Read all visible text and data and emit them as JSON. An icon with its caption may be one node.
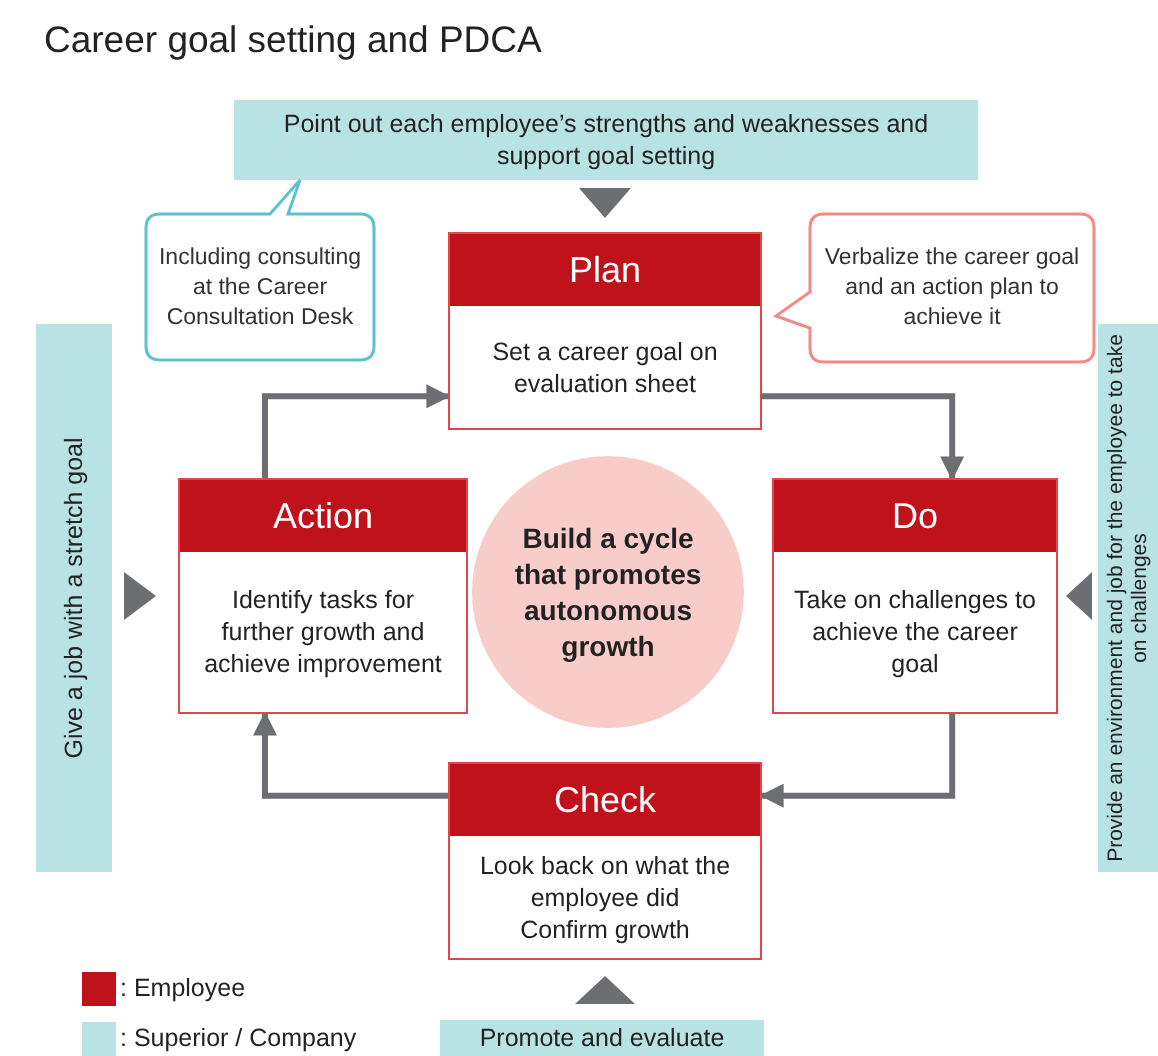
{
  "diagram": {
    "title": "Career goal setting and PDCA",
    "nodes": [
      {
        "text": [
          "Point out each employee’s strengths and weaknesses and support goal setting"
        ]
      },
      {
        "text": [
          "Plan",
          "Set a career goal on evaluation sheet"
        ]
      },
      {
        "text": [
          "Do",
          "Take on challenges to achieve the career goal"
        ]
      },
      {
        "text": [
          "Check",
          "Look back on what the employee did",
          "Confirm growth"
        ]
      },
      {
        "text": [
          "Action",
          "Identify tasks for further growth and achieve improvement"
        ]
      },
      {
        "text": [
          "Build a cycle that promotes autonomous growth"
        ]
      },
      {
        "text": [
          "Including consulting at the Career Consultation Desk"
        ]
      },
      {
        "text": [
          "Verbalize the career goal and an action plan to achieve it"
        ]
      },
      {
        "text": [
          "Give a job with a stretch goal"
        ]
      },
      {
        "text": [
          "Provide an environment and job for the employee to take on challenges"
        ]
      },
      {
        "text": [
          "Promote and evaluate"
        ]
      }
    ],
    "edges": [
      {
        "from": 1,
        "to": 2,
        "arrow": "to"
      },
      {
        "from": 2,
        "to": 3,
        "arrow": "to"
      },
      {
        "from": 3,
        "to": 4,
        "arrow": "to"
      },
      {
        "from": 4,
        "to": 1,
        "arrow": "to"
      },
      {
        "from": 0,
        "to": 1,
        "arrow": "to",
        "style": "thick"
      },
      {
        "from": 8,
        "to": 4,
        "arrow": "to",
        "style": "thick"
      },
      {
        "from": 9,
        "to": 2,
        "arrow": "to",
        "style": "thick"
      },
      {
        "from": 10,
        "to": 3,
        "arrow": "to",
        "style": "thick"
      }
    ],
    "legend": [
      {
        "text": ": Employee",
        "color": "#c0121b"
      },
      {
        "text": ": Superior / Company",
        "color": "#b9e2e5"
      }
    ]
  }
}
